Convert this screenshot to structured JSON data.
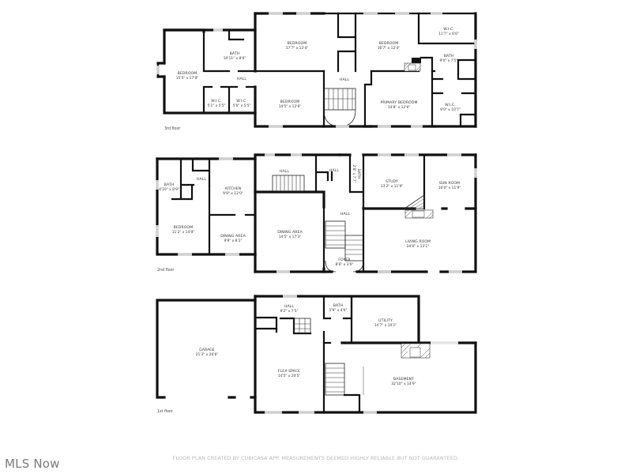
{
  "floors": {
    "third": {
      "label": "3rd floor",
      "rooms": [
        {
          "name": "BEDROOM",
          "dim": "15'5\" x 17'9\""
        },
        {
          "name": "BATH",
          "dim": "10'11\" x 8'6\""
        },
        {
          "name": "HALL",
          "dim": ""
        },
        {
          "name": "W.I.C.",
          "dim": "5'1\" x 5'5\""
        },
        {
          "name": "W.I.C.",
          "dim": "5'6\" x 5'5\""
        },
        {
          "name": "BEDROOM",
          "dim": "17'7\" x 12'4\""
        },
        {
          "name": "BEDROOM",
          "dim": "14'5\" x 12'6\""
        },
        {
          "name": "HALL",
          "dim": ""
        },
        {
          "name": "BEDROOM",
          "dim": "16'7\" x 12'4\""
        },
        {
          "name": "PRIMARY BEDROOM",
          "dim": "14'8\" x 12'6\""
        },
        {
          "name": "W.I.C.",
          "dim": "11'7\" x 6'6\""
        },
        {
          "name": "BATH",
          "dim": "9'0\" x 7'5\""
        },
        {
          "name": "W.I.C.",
          "dim": "9'0\" x 10'7\""
        }
      ]
    },
    "second": {
      "label": "2nd floor",
      "rooms": [
        {
          "name": "BATH",
          "dim": "4'10\" x 8'9\""
        },
        {
          "name": "HALL",
          "dim": ""
        },
        {
          "name": "KITCHEN",
          "dim": "9'9\" x 12'0\""
        },
        {
          "name": "BEDROOM",
          "dim": "11'2\" x 14'9\""
        },
        {
          "name": "DINING AREA",
          "dim": "9'9\" x 8'2\""
        },
        {
          "name": "HALL",
          "dim": ""
        },
        {
          "name": "HALL",
          "dim": ""
        },
        {
          "name": "DINING AREA",
          "dim": "14'5\" x 17'3\""
        },
        {
          "name": "BATH",
          "dim": "2'8\" x 7'7\""
        },
        {
          "name": "HALL",
          "dim": ""
        },
        {
          "name": "FOYER",
          "dim": "8'6\" x 3'6\""
        },
        {
          "name": "STUDY",
          "dim": "13'2\" x 11'9\""
        },
        {
          "name": "SUN ROOM",
          "dim": "10'0\" x 11'9\""
        },
        {
          "name": "LIVING ROOM",
          "dim": "24'0\" x 13'1\""
        }
      ]
    },
    "first": {
      "label": "1st floor",
      "rooms": [
        {
          "name": "GARAGE",
          "dim": "21'3\" x 20'6\""
        },
        {
          "name": "HALL",
          "dim": "9'2\" x 7'5\""
        },
        {
          "name": "BATH",
          "dim": "5'9\" x 4'6\""
        },
        {
          "name": "UTILITY",
          "dim": "14'7\" x 10'1\""
        },
        {
          "name": "FLEX SPACE",
          "dim": "14'5\" x 20'5\""
        },
        {
          "name": "BASEMENT",
          "dim": "32'10\" x 14'9\""
        }
      ]
    }
  },
  "footer": {
    "disclaimer": "FLOOR PLAN CREATED BY CUBICASA APP. MEASUREMENTS DEEMED HIGHLY RELIABLE BUT NOT GUARANTEED.",
    "brand": "MLS Now"
  }
}
